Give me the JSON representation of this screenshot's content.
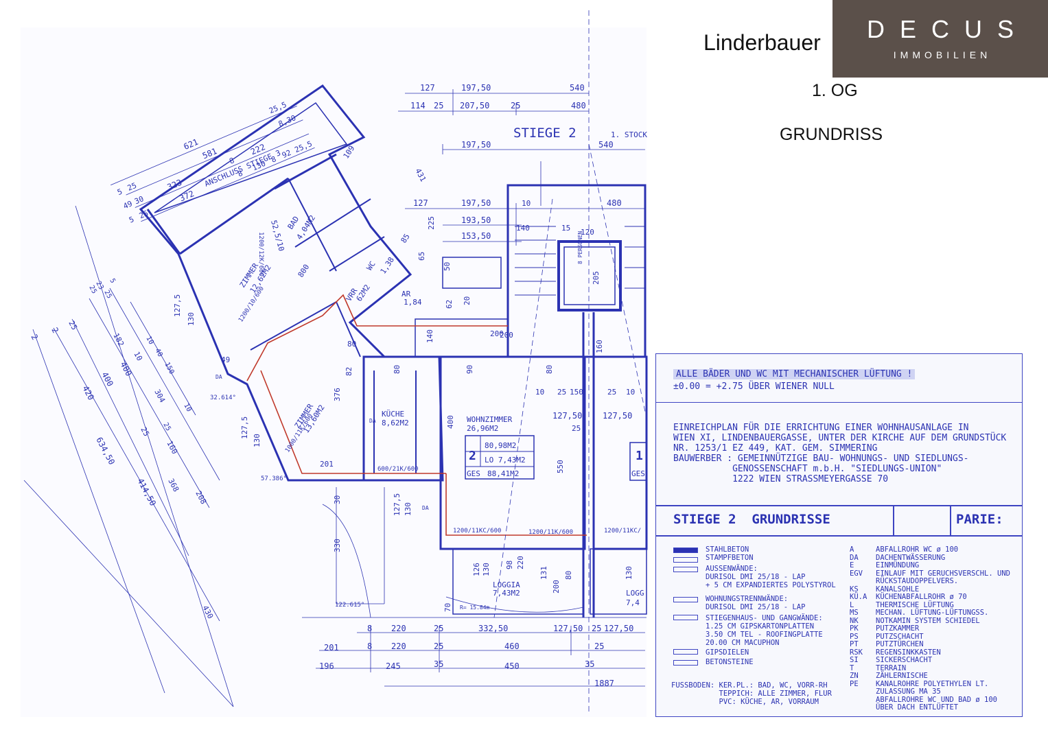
{
  "header": {
    "street": "Linderbauer",
    "floor": "1. OG",
    "doc_type": "GRUNDRISS"
  },
  "logo": {
    "name": "DECUS",
    "tagline": "IMMOBILIEN"
  },
  "plan": {
    "stair_label": "STIEGE 2",
    "stair_sub": "1. STOCK",
    "connection": "ANSCHLUSS STIEGE 3",
    "rooms": [
      {
        "name": "BAD",
        "area": "4,04M2"
      },
      {
        "name": "WC",
        "area": "1,38"
      },
      {
        "name": "AR",
        "area": "1,84"
      },
      {
        "name": "VRR",
        "area": "62M2"
      },
      {
        "name": "ZIMMER",
        "area": "12,62M2"
      },
      {
        "name": "ZIMMER",
        "area": "13,60M2"
      },
      {
        "name": "KÜCHE",
        "area": "8,62M2"
      },
      {
        "name": "WOHNZIMMER",
        "area": "26,96M2"
      },
      {
        "name": "LOGGIA",
        "area": "7,43M2"
      }
    ],
    "unit_table": {
      "unit": "2",
      "wohnfl": "80,98M2",
      "lo": "LO 7,43M2",
      "ges_label": "GES",
      "ges": "88,41M2",
      "next_unit": "1",
      "next_ges": "GES",
      "next_loggia": "LOGG",
      "next_loggia_area": "7,4"
    },
    "window_labels": [
      "1200/10/600",
      "1000/11K/600",
      "600/21K/600",
      "1200/11KC/600",
      "1200/11K/600",
      "1200/11KC/",
      "1200/12K/600"
    ],
    "persons": "8 PERSONEN",
    "lift_dim": "205",
    "angles": [
      "32.614°",
      "57.386°",
      "122.615°",
      "R= 15.84m"
    ],
    "dims_top": [
      "127",
      "197,50",
      "540",
      "114",
      "25",
      "207,50",
      "25",
      "480",
      "197,50",
      "540",
      "127",
      "197,50",
      "480",
      "193,50",
      "153,50"
    ],
    "dims_left": [
      "621",
      "25,5",
      "581",
      "8,30",
      "323",
      "8",
      "222",
      "372",
      "8",
      "130",
      "8",
      "92",
      "25,5",
      "5",
      "25",
      "49",
      "30",
      "5",
      "25"
    ],
    "dims_diag": [
      "2",
      "420",
      "634,50",
      "2",
      "400",
      "414,50",
      "25",
      "182",
      "400",
      "25",
      "10",
      "160",
      "368",
      "208",
      "430",
      "25",
      "10",
      "40",
      "304",
      "25",
      "23",
      "25",
      "5",
      "150",
      "10"
    ],
    "dims_bottom_1": [
      "8",
      "220",
      "25",
      "332,50",
      "127,50",
      "25",
      "127,50"
    ],
    "dims_bottom_2": [
      "201",
      "8",
      "220",
      "25",
      "460",
      "25"
    ],
    "dims_bottom_3": [
      "196",
      "245",
      "35",
      "450",
      "35"
    ],
    "dims_bottom_4": [
      "1887"
    ],
    "misc": [
      "109",
      "431",
      "225",
      "85",
      "65",
      "62",
      "200",
      "80",
      "80",
      "90",
      "376",
      "400",
      "550",
      "80",
      "82",
      "127,5",
      "130",
      "127,5",
      "130",
      "201",
      "30",
      "330",
      "127,5",
      "130",
      "70",
      "126",
      "130",
      "98",
      "220",
      "131",
      "200",
      "80",
      "130",
      "10",
      "25",
      "150",
      "25",
      "10",
      "127,50",
      "127,50",
      "25",
      "140",
      "15",
      "120",
      "160",
      "140",
      "10",
      "50",
      "20",
      "49",
      "DA",
      "DA",
      "DA",
      "52,5/10",
      "800",
      "200"
    ]
  },
  "title_block": {
    "notice": "ALLE BÄDER UND WC MIT MECHANISCHER LÜFTUNG !",
    "level": "±0.00 = +2.75 ÜBER WIENER NULL",
    "description": [
      "EINREICHPLAN FÜR DIE ERRICHTUNG EINER WOHNHAUSANLAGE IN",
      "WIEN XI, LINDENBAUERGASSE, UNTER DER KIRCHE AUF DEM GRUNDSTÜCK",
      "NR. 1253/1 EZ 449, KAT. GEM. SIMMERING",
      "BAUWERBER : GEMEINNÜTZIGE BAU- WOHNUNGS- UND SIEDLUNGS-",
      "           GENOSSENSCHAFT m.b.H. \"SIEDLUNGS-UNION\"",
      "           1222 WIEN STRASSMEYERGASSE 70"
    ],
    "section_title": "STIEGE 2  GRUNDRISSE",
    "parie": "PARIE:",
    "legend_left": [
      "STAHLBETON",
      "STAMPFBETON",
      "AUSSENWÄNDE:",
      "DURISOL DMI 25/18 - LAP",
      "+ 5 CM EXPANDIERTES POLYSTYROL",
      "WOHNUNGSTRENNWÄNDE:",
      "DURISOL DMI 25/18 - LAP",
      "STIEGENHAUS- UND GANGWÄNDE:",
      "1.25 CM GIPSKARTONPLATTEN",
      "3.50 CM TEL - ROOFINGPLATTE",
      "20.00 CM MACUPHON",
      "GIPSDIELEN",
      "BETONSTEINE"
    ],
    "floor_finish": [
      "FUSSBODEN: KER.PL.: BAD, WC, VORR-RH",
      "           TEPPICH: ALLE ZIMMER, FLUR",
      "           PVC: KÜCHE, AR, VORRAUM"
    ],
    "abbr_codes": [
      "A",
      "DA",
      "E",
      "EGV",
      "",
      "KS",
      "KÜ.A",
      "L",
      "MS",
      "NK",
      "PK",
      "PS",
      "PT",
      "RSK",
      "SI",
      "T",
      "ZN",
      "PE",
      "",
      "",
      ""
    ],
    "abbr_texts": [
      "ABFALLROHR WC ø 100",
      "DACHENTWÄSSERUNG",
      "EINMÜNDUNG",
      "EINLAUF MIT GERUCHSVERSCHL. UND",
      "RÜCKSTAUDOPPELVERS.",
      "KANALSOHLE",
      "KÜCHENABFALLROHR ø 70",
      "THERMISCHE LÜFTUNG",
      "MECHAN. LÜFTUNG-LÜFTUNGSS.",
      "NOTKAMIN SYSTEM SCHIEDEL",
      "PUTZKAMMER",
      "PUTZSCHACHT",
      "PUTZTÜRCHEN",
      "REGENSINKKASTEN",
      "SICKERSCHACHT",
      "TERRAIN",
      "ZÄHLERNISCHE",
      "KANALROHRE POLYETHYLEN LT.",
      "ZULASSUNG MA 35",
      "ABFALLROHRE WC UND BAD ø 100",
      "ÜBER DACH ENTLÜFTET"
    ]
  },
  "colors": {
    "ink": "#2b32b2",
    "ink_light": "#6a70d6",
    "red_line": "#c0392b",
    "logo_bg": "#5b504a"
  }
}
